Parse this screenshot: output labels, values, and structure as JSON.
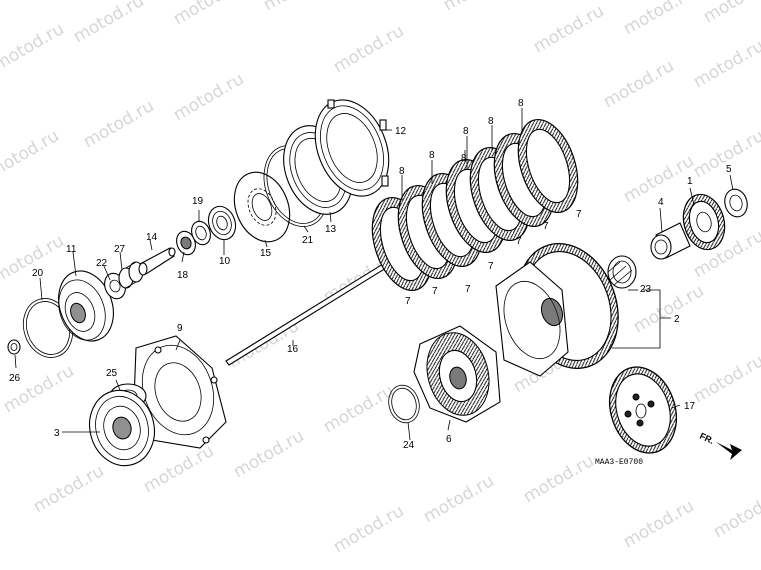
{
  "watermark": "motod.ru",
  "diagram_code": "MAA3-E0700",
  "direction_label": "FR.",
  "colors": {
    "ink": "#000000",
    "watermark": "#d6d6d6",
    "background": "#ffffff"
  },
  "callouts": [
    {
      "id": "c1",
      "text": "1"
    },
    {
      "id": "c2",
      "text": "2"
    },
    {
      "id": "c3",
      "text": "3"
    },
    {
      "id": "c4",
      "text": "4"
    },
    {
      "id": "c5",
      "text": "5"
    },
    {
      "id": "c6",
      "text": "6"
    },
    {
      "id": "c7a",
      "text": "7"
    },
    {
      "id": "c7b",
      "text": "7"
    },
    {
      "id": "c7c",
      "text": "7"
    },
    {
      "id": "c7d",
      "text": "7"
    },
    {
      "id": "c7e",
      "text": "7"
    },
    {
      "id": "c7f",
      "text": "7"
    },
    {
      "id": "c7g",
      "text": "7"
    },
    {
      "id": "c8a",
      "text": "8"
    },
    {
      "id": "c8b",
      "text": "8"
    },
    {
      "id": "c8c",
      "text": "8"
    },
    {
      "id": "c8d",
      "text": "8"
    },
    {
      "id": "c8e",
      "text": "8"
    },
    {
      "id": "c8f",
      "text": "8"
    },
    {
      "id": "c9",
      "text": "9"
    },
    {
      "id": "c10",
      "text": "10"
    },
    {
      "id": "c11",
      "text": "11"
    },
    {
      "id": "c12",
      "text": "12"
    },
    {
      "id": "c13",
      "text": "13"
    },
    {
      "id": "c14",
      "text": "14"
    },
    {
      "id": "c15",
      "text": "15"
    },
    {
      "id": "c16",
      "text": "16"
    },
    {
      "id": "c17",
      "text": "17"
    },
    {
      "id": "c18",
      "text": "18"
    },
    {
      "id": "c19",
      "text": "19"
    },
    {
      "id": "c20",
      "text": "20"
    },
    {
      "id": "c21",
      "text": "21"
    },
    {
      "id": "c22",
      "text": "22"
    },
    {
      "id": "c23",
      "text": "23"
    },
    {
      "id": "c24",
      "text": "24"
    },
    {
      "id": "c25",
      "text": "25"
    },
    {
      "id": "c26",
      "text": "26"
    },
    {
      "id": "c27",
      "text": "27"
    }
  ]
}
